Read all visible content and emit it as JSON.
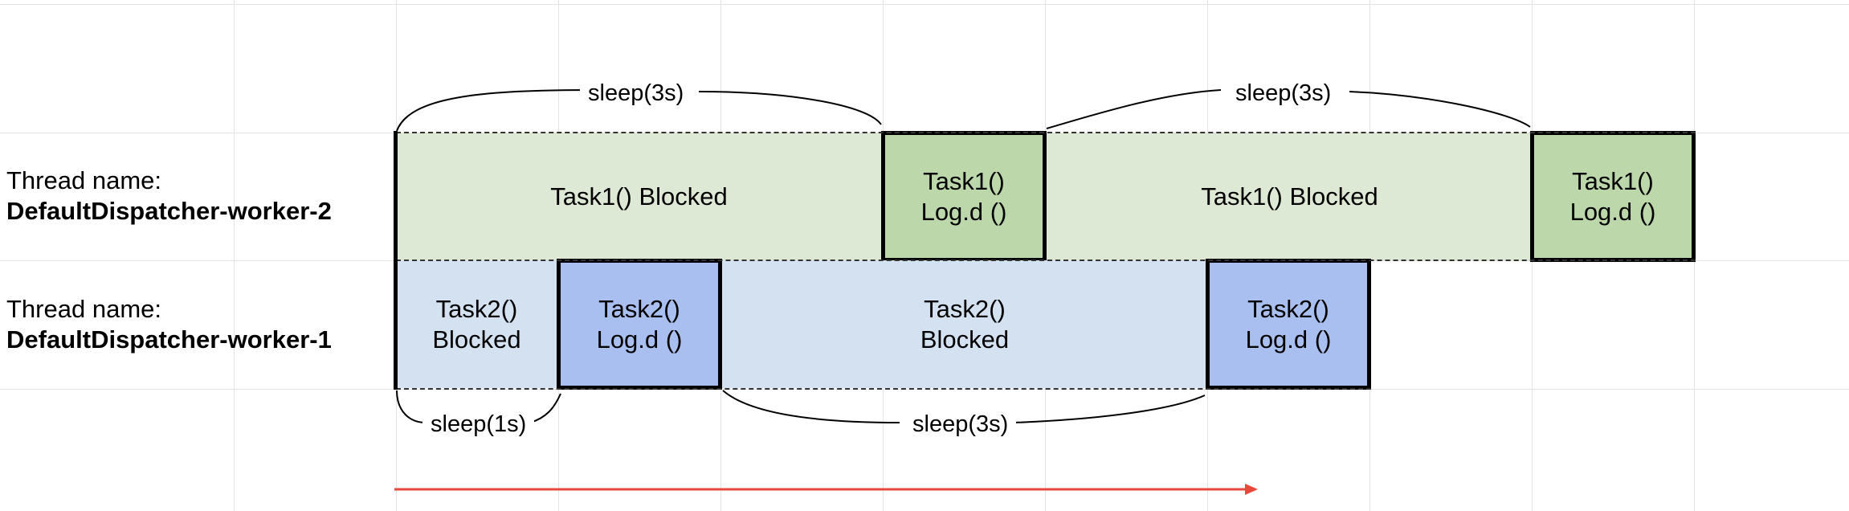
{
  "threads": [
    {
      "prefix": "Thread name:",
      "name": "DefaultDispatcher-worker-2"
    },
    {
      "prefix": "Thread name:",
      "name": "DefaultDispatcher-worker-1"
    }
  ],
  "worker2": {
    "blocked_a": "Task1() Blocked",
    "log_a": "Task1()\nLog.d ()",
    "blocked_b": "Task1() Blocked",
    "log_b": "Task1()\nLog.d ()"
  },
  "worker1": {
    "blocked_a": "Task2()\nBlocked",
    "log_a": "Task2()\nLog.d ()",
    "blocked_b": "Task2()\nBlocked",
    "log_b": "Task2()\nLog.d ()"
  },
  "sleeps": {
    "top_1": "sleep(3s)",
    "top_2": "sleep(3s)",
    "bottom_1": "sleep(1s)",
    "bottom_2": "sleep(3s)"
  },
  "colors": {
    "blocked_green": "#dde9d5",
    "log_green": "#bcd8aa",
    "blocked_blue": "#d3e1f1",
    "log_blue": "#a9bff0",
    "arrow": "#e8473b"
  }
}
